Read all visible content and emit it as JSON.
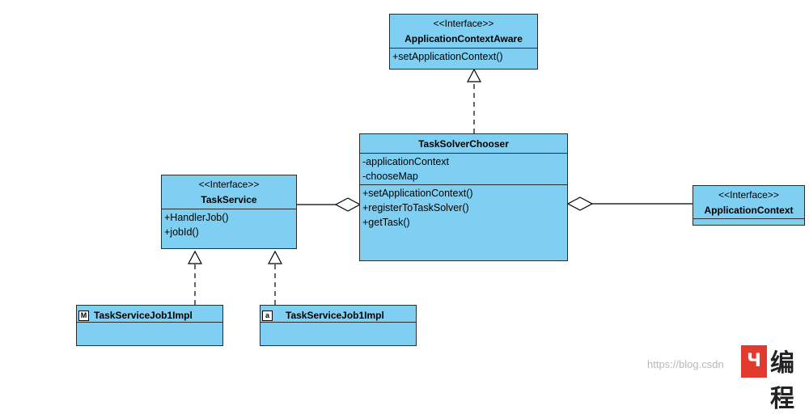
{
  "classes": {
    "aware": {
      "stereotype": "<<Interface>>",
      "name": "ApplicationContextAware",
      "methods": [
        "+setApplicationContext()"
      ]
    },
    "chooser": {
      "name": "TaskSolverChooser",
      "attributes": [
        "-applicationContext",
        "-chooseMap"
      ],
      "methods": [
        "+setApplicationContext()",
        "+registerToTaskSolver()",
        "+getTask()"
      ]
    },
    "task_service": {
      "stereotype": "<<Interface>>",
      "name": "TaskService",
      "methods": [
        "+HandlerJob()",
        "+jobId()"
      ]
    },
    "app_context": {
      "stereotype": "<<Interface>>",
      "name": "ApplicationContext"
    },
    "impl1": {
      "badge": "M",
      "name": "TaskServiceJob1Impl"
    },
    "impl2": {
      "badge": "a",
      "name": "TaskServiceJob1Impl"
    }
  },
  "watermark": {
    "url": "https://blog.csdn",
    "logo_glyph": "编程"
  }
}
